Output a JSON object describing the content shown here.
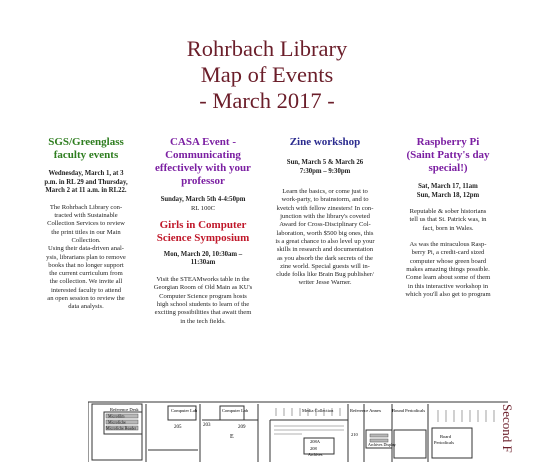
{
  "header": {
    "line1": "Rohrbach Library",
    "line2": "Map of Events",
    "line3": "- March 2017 -"
  },
  "col1": {
    "title1": "SGS/Greenglass",
    "title2": "faculty events",
    "dates": [
      "Wednesday, March 1, at 3",
      "p.m. in RL 29 and Thursday,",
      "March 2 at 11 a.m. in RL22."
    ],
    "body": [
      "The Rohrbach Library con-",
      "tracted with Sustainable",
      "Collection Services to review",
      "the print titles in our Main",
      "Collection.",
      "Using their data-driven anal-",
      "ysis, librarians plan to remove",
      "books that no longer support",
      "the current curriculum from",
      "the collection. We invite all",
      "interested faculty to attend",
      "an open session to review the",
      "data analysis."
    ]
  },
  "col2": {
    "title": [
      "CASA Event -",
      "Communicating",
      "effectively with your",
      "professor"
    ],
    "date1": "Sunday, March 5th 4-4:50pm",
    "place1": "RL 100C",
    "title2": [
      "Girls in Computer",
      "Science Symposium"
    ],
    "date2": [
      "Mon, March 20, 10:30am –",
      "11:30am"
    ],
    "body": [
      "Visit the STEAMworks table in the",
      "Georgian Room of Old Main as KU's",
      "Computer Science program hosts",
      "high school students to learn of the",
      "exciting possibilities that await them",
      "in the tech fields."
    ]
  },
  "col3": {
    "title": "Zine workshop",
    "dates": [
      "Sun, March 5 & March 26",
      "7:30pm – 9:30pm"
    ],
    "body": [
      "Learn the basics, or come just to",
      "work-party, to brainstorm, and to",
      "kvetch with fellow zinesters! In con-",
      "junction with the library's coveted",
      "Award for Cross-Disciplinary Col-",
      "laboration, worth $500 big ones, this",
      "is a great chance to also level up your",
      "skills in research and documentation",
      "as you absorb the dark secrets of the",
      "zine world. Special guests will in-",
      "clude folks like Brain Bug publisher/",
      "writer Jesse Warner."
    ]
  },
  "col4": {
    "title": [
      "Raspberry Pi",
      "(Saint Patty's day",
      "special!)"
    ],
    "dates": [
      "Sat, March 17, 11am",
      "Sun, March 18, 12pm"
    ],
    "body1": [
      "Reputable & sober historians",
      "tell us that St. Patrick was, in",
      "fact, born in Wales."
    ],
    "body2": [
      "As was the miraculous Rasp-",
      "berry Pi, a credit-card sized",
      "computer whose green board",
      "makes amazing things possible.",
      "Come learn about some of them",
      "in this interactive workshop in",
      "which you'll also get to program"
    ]
  },
  "map": {
    "labels": {
      "reference": "Reference Desk",
      "microfilm": "Microfilm",
      "microfiche": "Microfiche",
      "fiche_reader": "Microfiche Reader",
      "comp1": "Computer Lab",
      "comp2": "Computer Lab",
      "r203": "203",
      "r205": "205",
      "r209": "209",
      "e": "E",
      "media": "Media Collection",
      "ref_annex": "Reference Annex",
      "bound": "Bound Periodicals",
      "r208a": "208A",
      "r208": "208",
      "r210": "210",
      "archives": "Archives",
      "archives_display": "Archives Display",
      "board": "Board",
      "board2": "Periodicals"
    },
    "side_title": "Second F"
  }
}
